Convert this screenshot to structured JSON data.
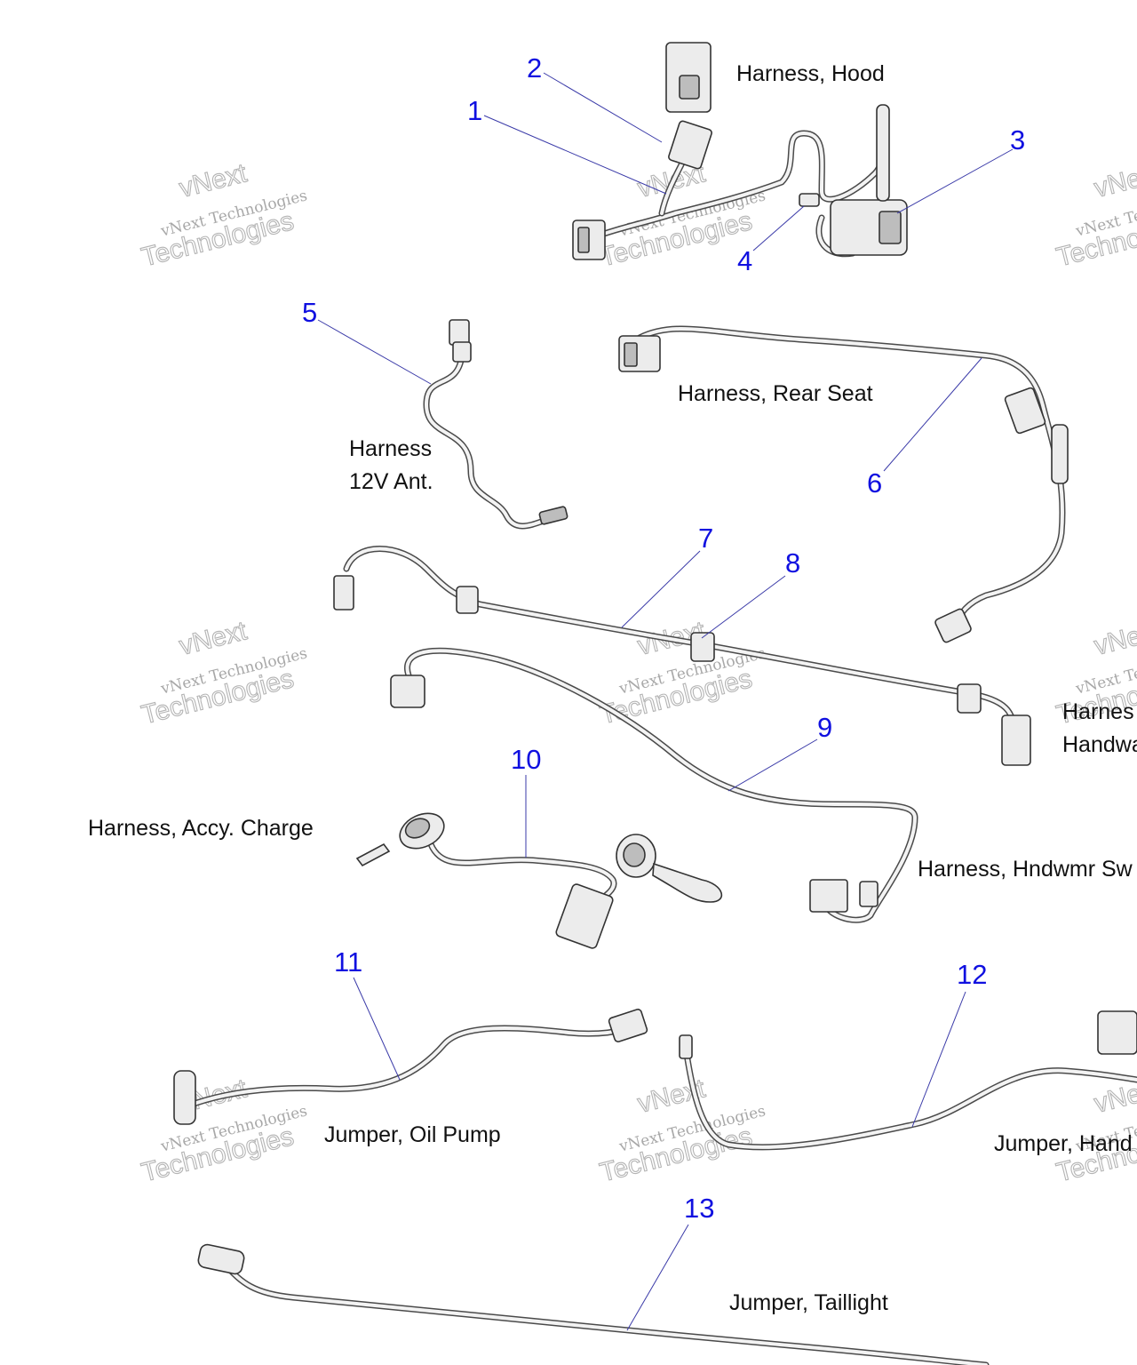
{
  "callouts": [
    "1",
    "2",
    "3",
    "4",
    "5",
    "6",
    "7",
    "8",
    "9",
    "10",
    "11",
    "12",
    "13"
  ],
  "labels": {
    "hood": "Harness, Hood",
    "rear_seat": "Harness, Rear Seat",
    "ant_line1": "Harness",
    "ant_line2": "12V Ant.",
    "handwarmer_line1": "Harnes",
    "handwarmer_line2": "Handwa",
    "accy_charge": "Harness, Accy. Charge",
    "hndwmr_sw": "Harness, Hndwmr Sw",
    "oil_pump": "Jumper, Oil Pump",
    "jumper_hand": "Jumper, Hand",
    "taillight": "Jumper, Taillight"
  },
  "watermark": {
    "brand": "vNext",
    "line": "vNext Technologies",
    "big": "Technologies"
  },
  "colors": {
    "callout": "#1010e0",
    "leader": "#3a3aa8",
    "watermark": "#b4b4b4"
  }
}
